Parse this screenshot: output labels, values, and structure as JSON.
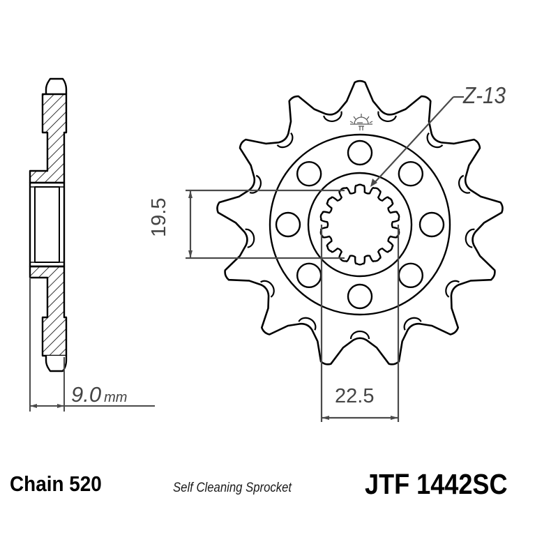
{
  "drawing": {
    "type": "technical-drawing",
    "subject": "front sprocket",
    "colors": {
      "line": "#000000",
      "dimension": "#4a4a4a",
      "background": "#ffffff"
    }
  },
  "annotations": {
    "teeth_callout": "Z-13",
    "thickness_value": "9.0",
    "thickness_unit": "mm",
    "spline_height": "19.5",
    "spline_width": "22.5"
  },
  "footer": {
    "chain": "Chain 520",
    "description": "Self Cleaning Sprocket",
    "part_number": "JTF 1442SC"
  },
  "geometry": {
    "teeth_count": 13,
    "bolt_holes": 8,
    "spline_teeth": 14
  }
}
